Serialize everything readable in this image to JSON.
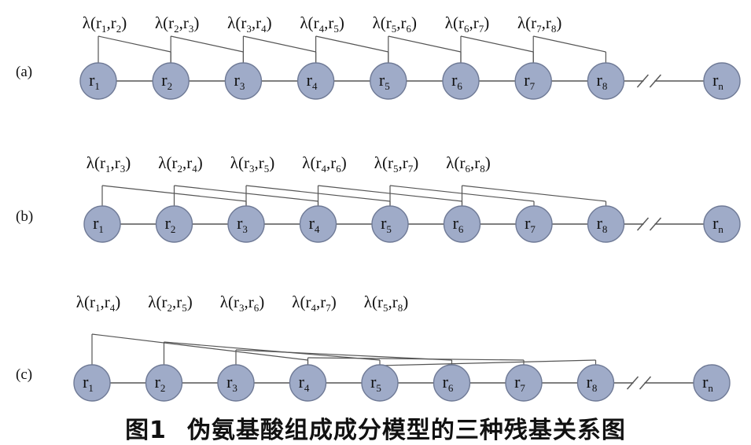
{
  "colors": {
    "node_fill": "#9fabc8",
    "node_stroke": "#6f7a96",
    "line": "#555555"
  },
  "node_labels": [
    {
      "main": "r",
      "sub": "1"
    },
    {
      "main": "r",
      "sub": "2"
    },
    {
      "main": "r",
      "sub": "3"
    },
    {
      "main": "r",
      "sub": "4"
    },
    {
      "main": "r",
      "sub": "5"
    },
    {
      "main": "r",
      "sub": "6"
    },
    {
      "main": "r",
      "sub": "7"
    },
    {
      "main": "r",
      "sub": "8"
    },
    {
      "main": "r",
      "sub": "n"
    }
  ],
  "panels": [
    {
      "label": "(a)",
      "gap": 1,
      "links": [
        {
          "text": "λ(r1,r2)",
          "from": 1,
          "to": 2
        },
        {
          "text": "λ(r2,r3)",
          "from": 2,
          "to": 3
        },
        {
          "text": "λ(r3,r4)",
          "from": 3,
          "to": 4
        },
        {
          "text": "λ(r4,r5)",
          "from": 4,
          "to": 5
        },
        {
          "text": "λ(r5,r6)",
          "from": 5,
          "to": 6
        },
        {
          "text": "λ(r6,r7)",
          "from": 6,
          "to": 7
        },
        {
          "text": "λ(r7,r8)",
          "from": 7,
          "to": 8
        }
      ]
    },
    {
      "label": "(b)",
      "gap": 2,
      "links": [
        {
          "text": "λ(r1,r3)",
          "from": 1,
          "to": 3
        },
        {
          "text": "λ(r2,r4)",
          "from": 2,
          "to": 4
        },
        {
          "text": "λ(r3,r5)",
          "from": 3,
          "to": 5
        },
        {
          "text": "λ(r4,r6)",
          "from": 4,
          "to": 6
        },
        {
          "text": "λ(r5,r7)",
          "from": 5,
          "to": 7
        },
        {
          "text": "λ(r6,r8)",
          "from": 6,
          "to": 8
        }
      ]
    },
    {
      "label": "(c)",
      "gap": 3,
      "links": [
        {
          "text": "λ(r1,r4)",
          "from": 1,
          "to": 4
        },
        {
          "text": "λ(r2,r5)",
          "from": 2,
          "to": 5
        },
        {
          "text": "λ(r3,r6)",
          "from": 3,
          "to": 6
        },
        {
          "text": "λ(r4,r7)",
          "from": 4,
          "to": 7
        },
        {
          "text": "λ(r5,r8)",
          "from": 5,
          "to": 8
        }
      ]
    }
  ],
  "caption": {
    "number": "图1",
    "text": "伪氨基酸组成成分模型的三种残基关系图"
  }
}
